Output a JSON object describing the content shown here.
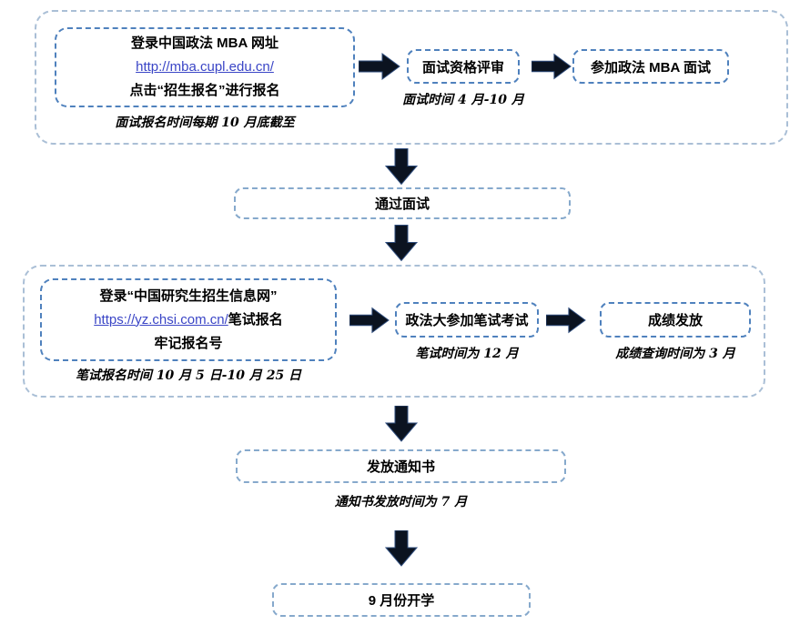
{
  "diagram": {
    "stage1": {
      "register_box": {
        "line1": "登录中国政法 MBA 网址",
        "link": "http://mba.cupl.edu.cn/",
        "line3": "点击“招生报名”进行报名",
        "caption": "面试报名时间每期 10 月底截至"
      },
      "review_box": {
        "label": "面试资格评审",
        "caption": "面试时间 4 月-10 月"
      },
      "interview_box": {
        "label": "参加政法 MBA 面试"
      }
    },
    "pass_interview_box": {
      "label": "通过面试"
    },
    "stage2": {
      "register_box": {
        "line1": "登录“中国研究生招生信息网”",
        "link": "https://yz.chsi.com.cn/",
        "link_suffix": "笔试报名",
        "line3": "牢记报名号",
        "caption": "笔试报名时间 10 月 5 日-10 月 25 日"
      },
      "exam_box": {
        "label": "政法大参加笔试考试",
        "caption": "笔试时间为 12 月"
      },
      "score_box": {
        "label": "成绩发放",
        "caption": "成绩查询时间为 3 月"
      }
    },
    "notice_box": {
      "label": "发放通知书",
      "caption": "通知书发放时间为 7 月"
    },
    "start_box": {
      "label": "9 月份开学"
    }
  },
  "palette": {
    "container_border": "#aabfd6",
    "box_border": "#4f81bd",
    "wide_box_border": "#86a9cc",
    "arrow_color": "#0b1320",
    "link_color": "#3a45c6",
    "text_color": "#000000"
  }
}
